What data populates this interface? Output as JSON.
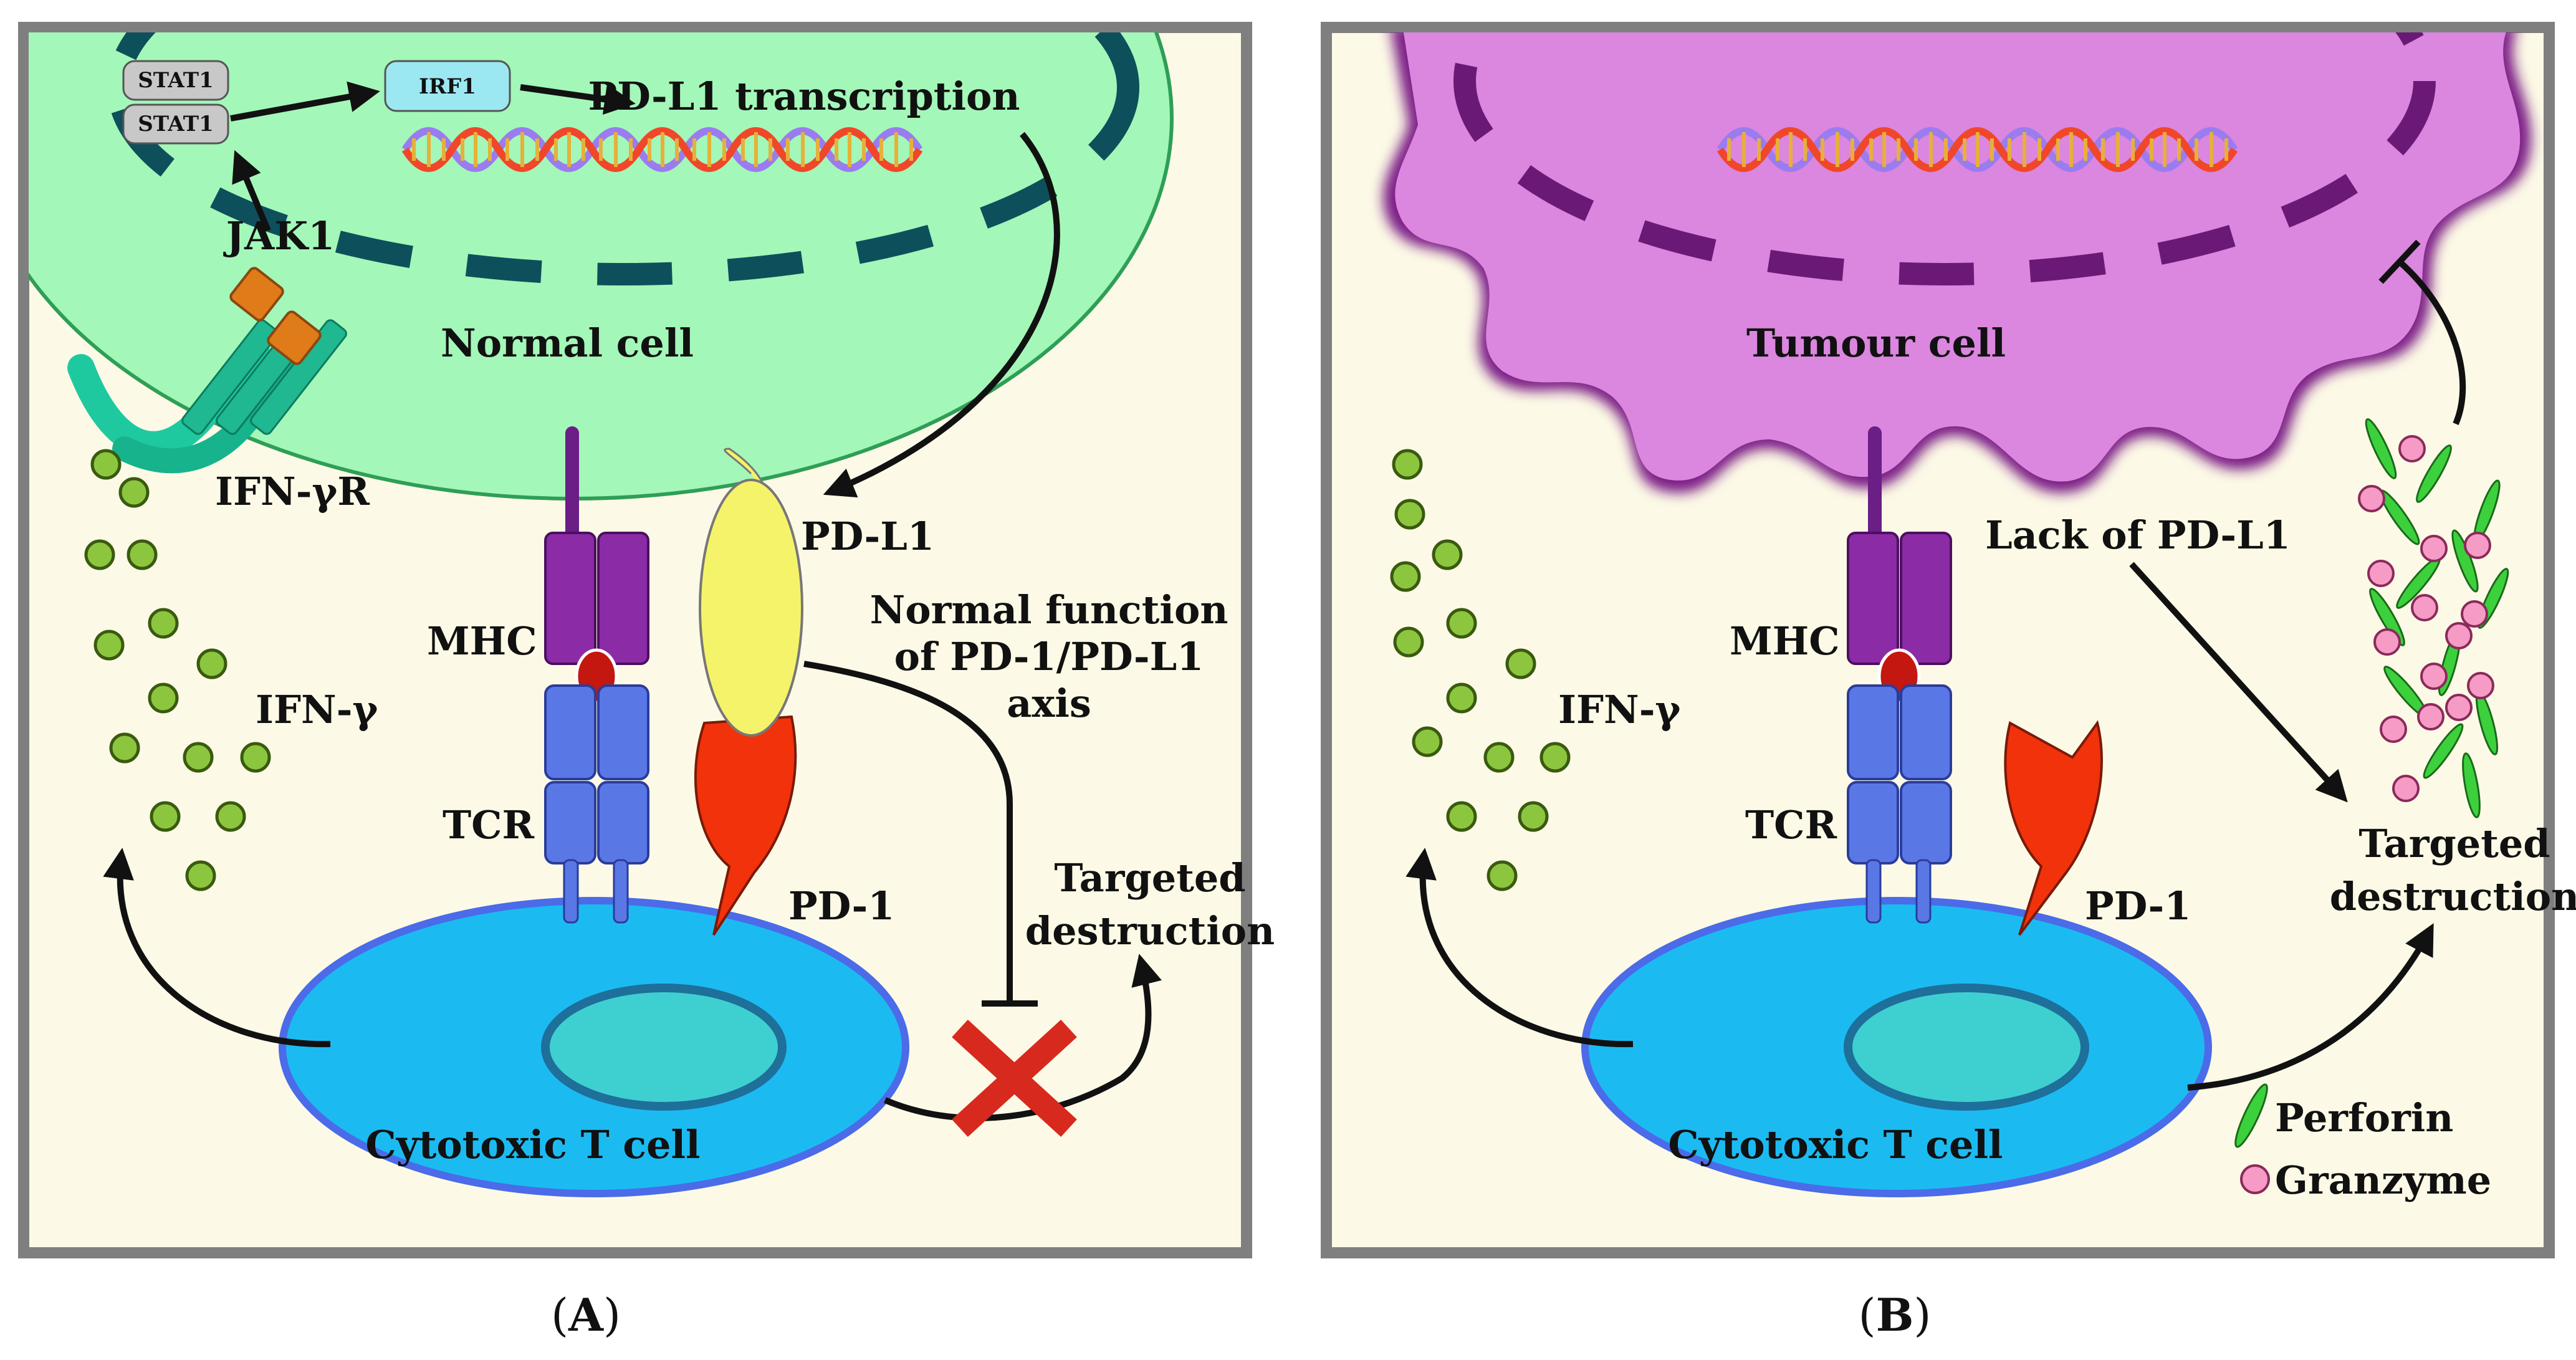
{
  "colors": {
    "background": "#FCFAE6",
    "frame": "#7F7F7F",
    "normal_cell": "#A3F7B8",
    "tumour_cell": "#DB86DF",
    "tumour_outline": "#7B1A86",
    "t_cell": "#1BBBF2",
    "t_nucleus": "#3ED0D0",
    "mhc": "#8B2BA6",
    "tcr": "#5A77E6",
    "pd_l1": "#F5F36A",
    "pd_1": "#F2320A",
    "ifn_gamma": "#8CC63F",
    "perforin": "#3CD13C",
    "granzyme": "#F69AC6",
    "inhibit_x": "#D8291E",
    "stat": "#C8C8C8",
    "irf1": "#9BE8F2"
  },
  "panel_a": {
    "letter": "A",
    "stat1_top": "STAT1",
    "stat1_bottom": "STAT1",
    "irf1": "IRF1",
    "pd_l1_transcription": "PD-L1 transcription",
    "jak1": "JAK1",
    "normal_cell": "Normal cell",
    "ifn_gamma_r": "IFN-γR",
    "pd_l1": "PD-L1",
    "mhc": "MHC",
    "normal_function_line1": "Normal function",
    "normal_function_line2": "of PD-1/PD-L1",
    "normal_function_line3": "axis",
    "ifn_gamma": "IFN-γ",
    "tcr": "TCR",
    "pd_1": "PD-1",
    "targeted_line1": "Targeted",
    "targeted_line2": "destruction",
    "cytotoxic_t_cell": "Cytotoxic T cell"
  },
  "panel_b": {
    "letter": "B",
    "tumour_cell": "Tumour cell",
    "lack_of_pd_l1": "Lack of PD-L1",
    "mhc": "MHC",
    "ifn_gamma": "IFN-γ",
    "tcr": "TCR",
    "pd_1": "PD-1",
    "targeted_line1": "Targeted",
    "targeted_line2": "destruction",
    "cytotoxic_t_cell": "Cytotoxic T cell",
    "perforin": "Perforin",
    "granzyme": "Granzyme"
  },
  "icons": [
    "dna-helix-icon",
    "inhibition-x-icon",
    "ifn-gamma-receptor-icon",
    "jak1-icon"
  ]
}
